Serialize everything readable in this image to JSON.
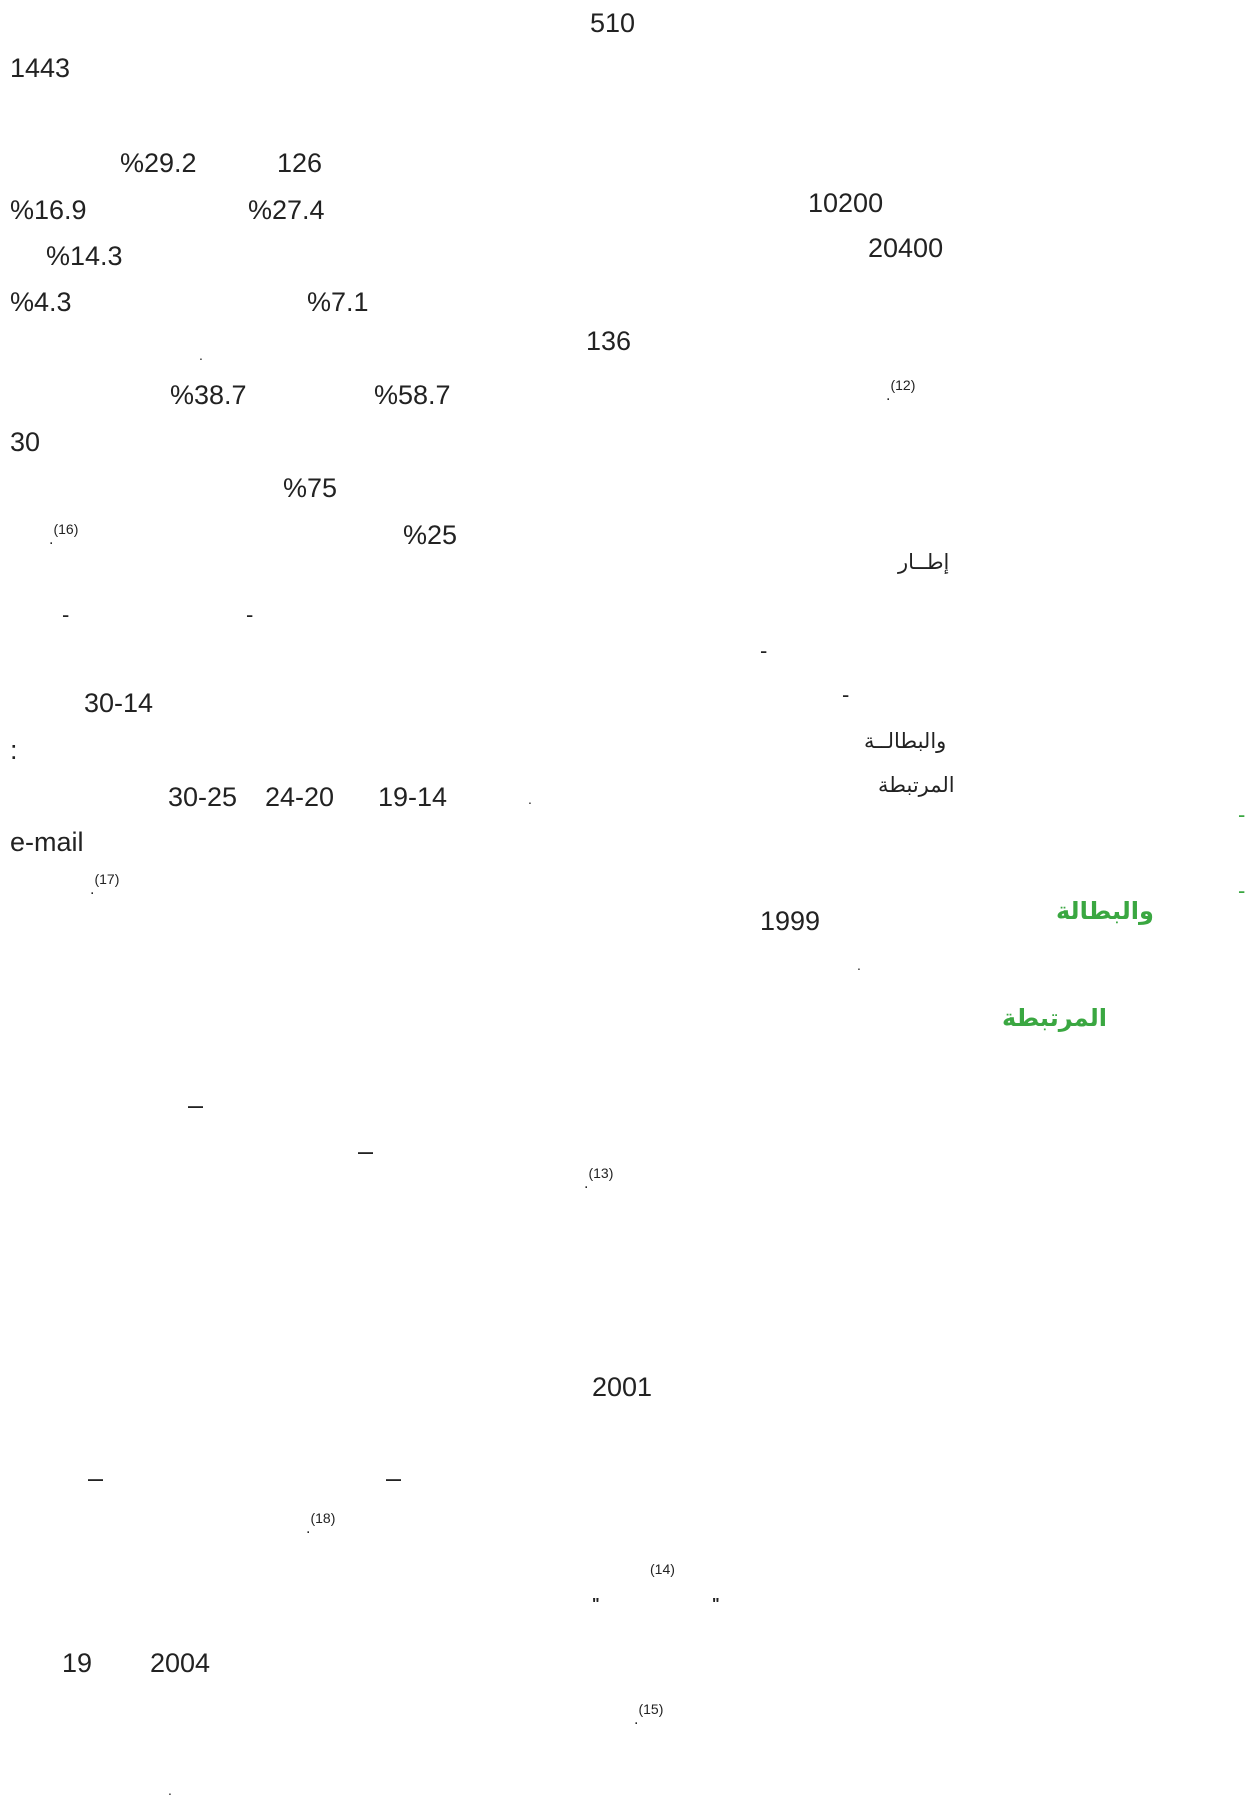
{
  "right_column": {
    "n_510": "510",
    "n_10200": "10200",
    "n_20400": "20400",
    "n_136": "136",
    "fn12_dot": ".",
    "fn12": "(12)",
    "itar": "إطــار",
    "dash_a": "-",
    "dash_b": "-",
    "walbitala_1": "والبطالــة",
    "murtabita_1": "المرتبطة",
    "dot_a": ".",
    "green_dash_a": "-",
    "green_dash_b": "-",
    "green_walbitala": "والبطالة",
    "n_1999": "1999",
    "green_murtabita": "المرتبطة",
    "dot_b": ".",
    "fn13_dot": ".",
    "fn13": "(13)",
    "n_2001": "2001",
    "fn14": "(14)",
    "quote_open": "\"",
    "quote_close": "\"",
    "fn15_dot": ".",
    "fn15": "(15)"
  },
  "left_column": {
    "n_1443": "1443",
    "p_29_2": "%29.2",
    "n_126": "126",
    "p_16_9": "%16.9",
    "p_27_4": "%27.4",
    "p_14_3": "%14.3",
    "p_4_3": "%4.3",
    "p_7_1": "%7.1",
    "dot_c": ".",
    "p_38_7": "%38.7",
    "p_58_7": "%58.7",
    "n_30": "30",
    "p_75": "%75",
    "fn16_dot": ".",
    "fn16": "(16)",
    "p_25": "%25",
    "dash_c": "-",
    "dash_d": "-",
    "range_14_30": "30-14",
    "colon": ":",
    "range_30_25": "30-25",
    "range_24_20": "24-20",
    "range_19_14": "19-14",
    "email": "e-mail",
    "fn17_dot": ".",
    "fn17": "(17)",
    "endash_a": "–",
    "endash_b": "–",
    "endash_c": "–",
    "endash_d": "–",
    "fn18_dot": ".",
    "fn18": "(18)",
    "n_19": "19",
    "n_2004": "2004",
    "dot_d": "."
  }
}
